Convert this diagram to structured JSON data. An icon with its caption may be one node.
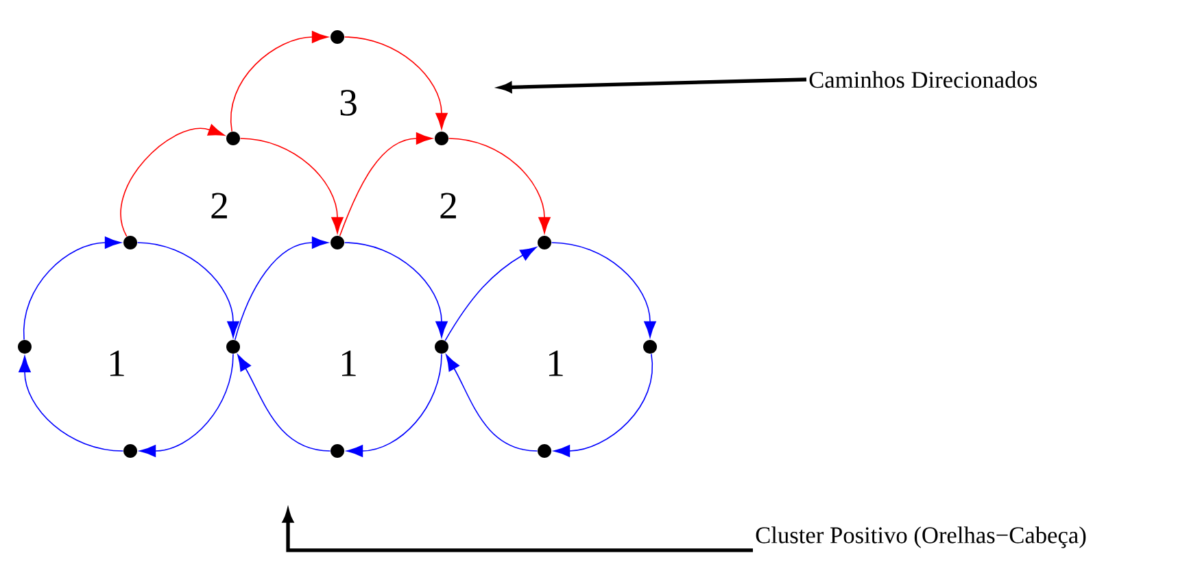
{
  "diagram": {
    "nodes": [
      {
        "text": [],
        "shape": "circle"
      },
      {
        "text": [],
        "shape": "circle"
      },
      {
        "text": [],
        "shape": "circle"
      },
      {
        "text": [],
        "shape": "circle"
      },
      {
        "text": [],
        "shape": "circle"
      },
      {
        "text": [],
        "shape": "circle"
      },
      {
        "text": [],
        "shape": "circle"
      },
      {
        "text": [],
        "shape": "circle"
      },
      {
        "text": [],
        "shape": "circle"
      },
      {
        "text": [],
        "shape": "circle"
      },
      {
        "text": [],
        "shape": "circle"
      },
      {
        "text": [],
        "shape": "circle"
      },
      {
        "text": [],
        "shape": "circle"
      },
      {
        "text": [
          "Caminhos Direcionados"
        ]
      },
      {
        "text": [
          "Cluster Positivo (Orelhas−Cabeça)"
        ]
      }
    ],
    "edges": [
      {
        "from": 1,
        "to": 0,
        "arrow": "to",
        "color": "#ff0000"
      },
      {
        "from": 0,
        "to": 2,
        "arrow": "to",
        "color": "#ff0000"
      },
      {
        "from": 3,
        "to": 1,
        "arrow": "to",
        "color": "#ff0000"
      },
      {
        "from": 1,
        "to": 4,
        "arrow": "to",
        "color": "#ff0000"
      },
      {
        "from": 4,
        "to": 2,
        "arrow": "to",
        "color": "#ff0000"
      },
      {
        "from": 2,
        "to": 5,
        "arrow": "to",
        "color": "#ff0000"
      },
      {
        "from": 6,
        "to": 3,
        "arrow": "to"
      },
      {
        "from": 3,
        "to": 7,
        "arrow": "to"
      },
      {
        "from": 7,
        "to": 10,
        "arrow": "to"
      },
      {
        "from": 10,
        "to": 6,
        "arrow": "to"
      },
      {
        "from": 7,
        "to": 4,
        "arrow": "to"
      },
      {
        "from": 4,
        "to": 8,
        "arrow": "to"
      },
      {
        "from": 8,
        "to": 11,
        "arrow": "to"
      },
      {
        "from": 11,
        "to": 7,
        "arrow": "to"
      },
      {
        "from": 8,
        "to": 5,
        "arrow": "to"
      },
      {
        "from": 5,
        "to": 9,
        "arrow": "to"
      },
      {
        "from": 9,
        "to": 12,
        "arrow": "to"
      },
      {
        "from": 12,
        "to": 8,
        "arrow": "to"
      },
      {
        "from": 13,
        "to": null,
        "arrow": "to",
        "style": "thick",
        "color": "#000000"
      },
      {
        "from": 14,
        "to": null,
        "arrow": "to",
        "style": "thick",
        "color": "#000000"
      }
    ],
    "labels": [
      "3",
      "2",
      "2",
      "1",
      "1",
      "1"
    ]
  }
}
